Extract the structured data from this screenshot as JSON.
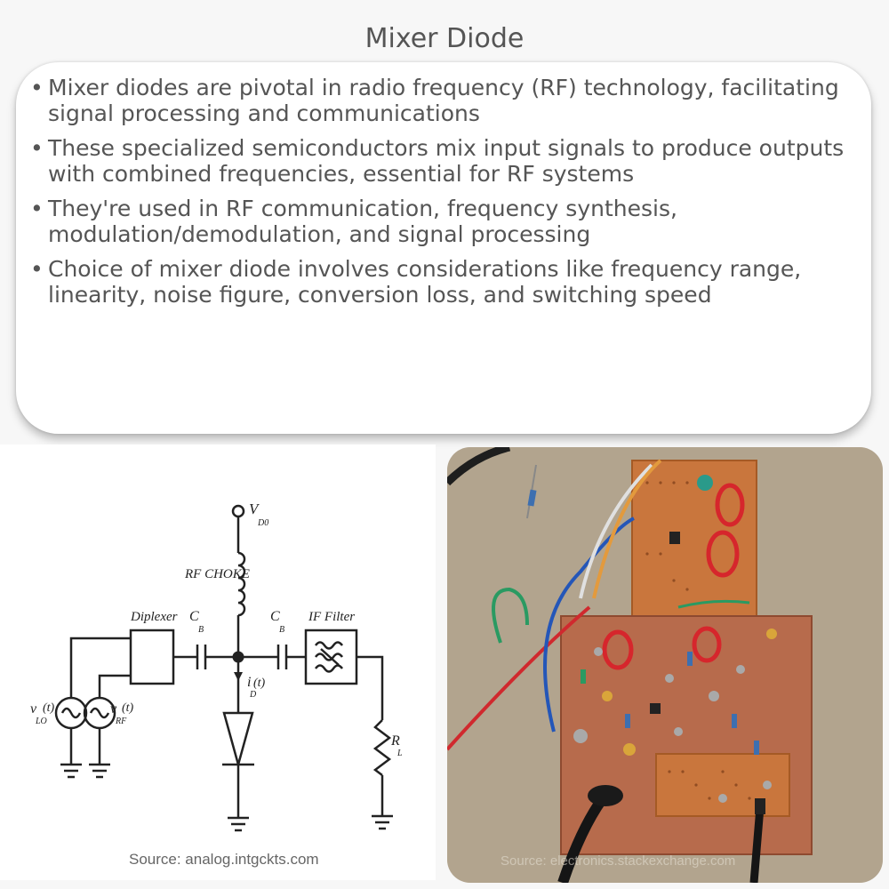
{
  "title": "Mixer Diode",
  "bullets": [
    "Mixer diodes are pivotal in radio frequency (RF) technology, facilitating signal processing and communications",
    "These specialized semiconductors mix input signals to produce outputs with combined frequencies, essential for RF systems",
    "They're used in RF communication, frequency synthesis, modulation/demodulation, and signal processing",
    "Choice of mixer diode involves considerations like frequency range, linearity, noise figure, conversion loss, and switching speed"
  ],
  "diagram": {
    "vd0": "V",
    "vd0_sub": "D0",
    "rf_choke": "RF CHOKE",
    "diplexer": "Diplexer",
    "cb": "C",
    "cb_sub": "B",
    "if_filter": "IF Filter",
    "id": "i",
    "id_t": "(t)",
    "id_sub": "D",
    "vlo": "v",
    "vlo_t": "(t)",
    "vlo_sub": "LO",
    "vrf": "v",
    "vrf_t": "(t)",
    "vrf_sub": "RF",
    "rl": "R",
    "rl_sub": "L",
    "source": "Source: analog.intgckts.com"
  },
  "photo": {
    "source": "Source: electronics.stackexchange.com"
  }
}
